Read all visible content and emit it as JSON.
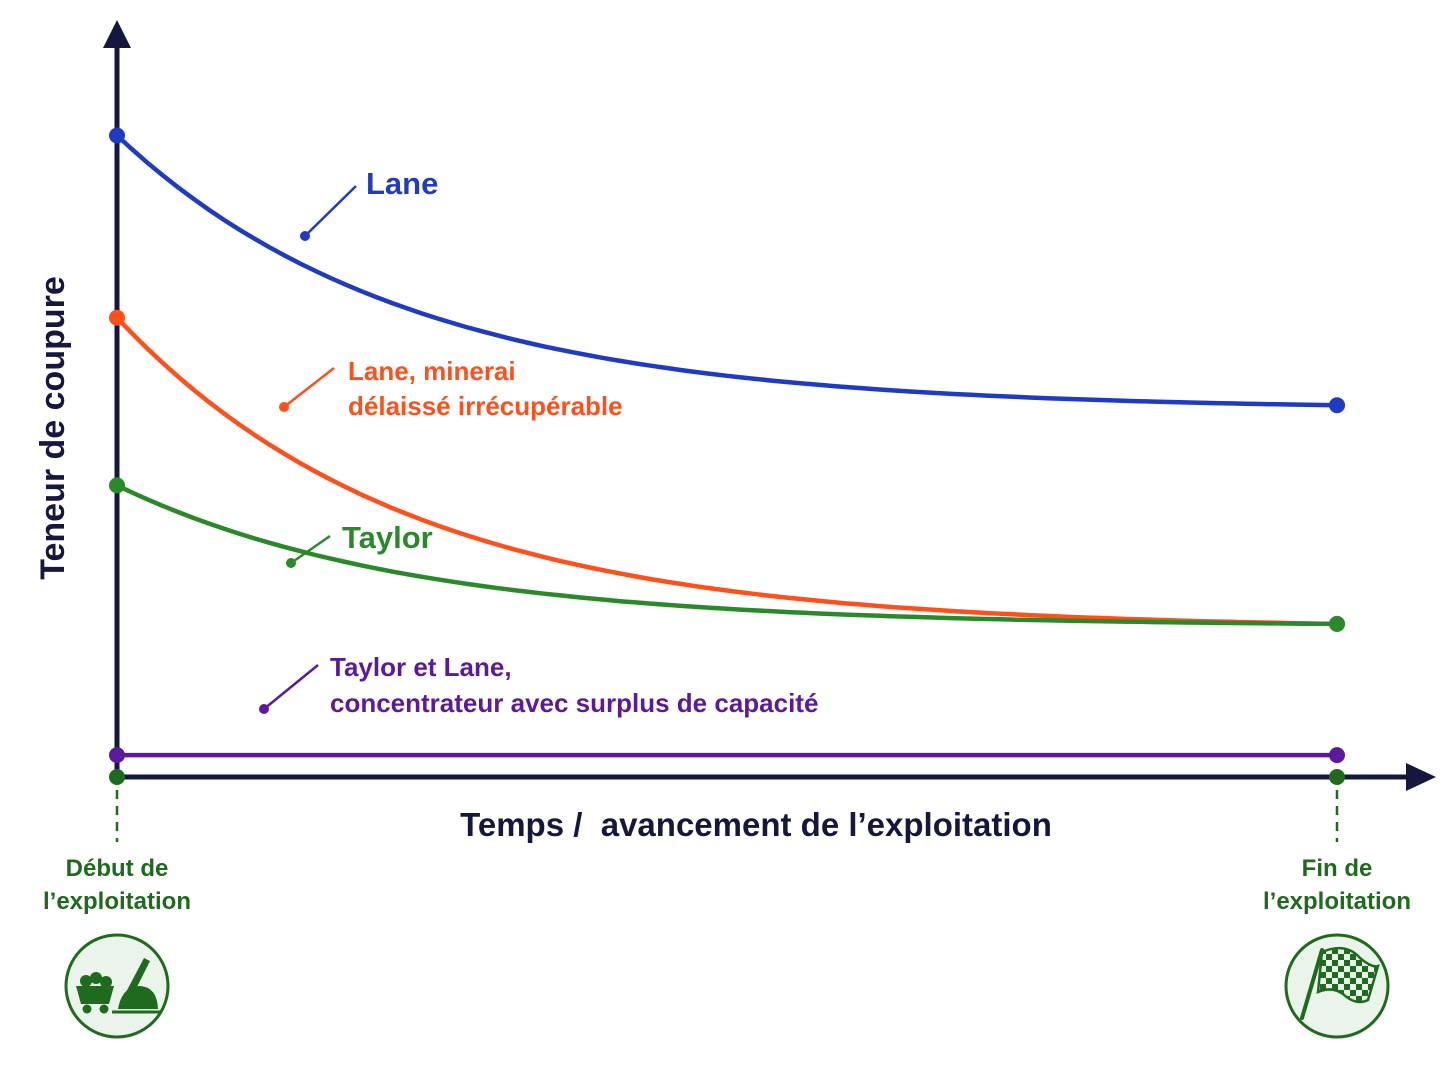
{
  "diagram": {
    "y_axis_label": "Teneur de coupure",
    "x_axis_label": "Temps /  avancement de l’exploitation",
    "start_label_line1": "Début de",
    "start_label_line2": "l’exploitation",
    "end_label_line1": "Fin de",
    "end_label_line2": "l’exploitation",
    "start_icon": "mining-excavator-icon",
    "end_icon": "checkered-flag-icon",
    "curves": [
      {
        "key": "lane",
        "label_lines": [
          "Lane"
        ],
        "color": "#1f3bc4",
        "start_level": 0.88,
        "end_level": 0.51,
        "shape": "exponential-decay"
      },
      {
        "key": "lane-irrecoverable",
        "label_lines": [
          "Lane, minerai",
          "délaissé irrécupérable"
        ],
        "color": "#ff4f1a",
        "start_level": 0.63,
        "end_level": 0.21,
        "shape": "exponential-decay"
      },
      {
        "key": "taylor",
        "label_lines": [
          "Taylor"
        ],
        "color": "#2a8a2a",
        "start_level": 0.4,
        "end_level": 0.21,
        "shape": "exponential-decay"
      },
      {
        "key": "taylor-lane-surplus",
        "label_lines": [
          "Taylor et Lane,",
          "concentrateur avec surplus de capacité"
        ],
        "color": "#5b1a9e",
        "start_level": 0.03,
        "end_level": 0.03,
        "shape": "constant"
      }
    ],
    "colors": {
      "axis": "#15173f",
      "milestone": "#1e6b1e",
      "icon_bg": "#eaf4ea"
    }
  }
}
